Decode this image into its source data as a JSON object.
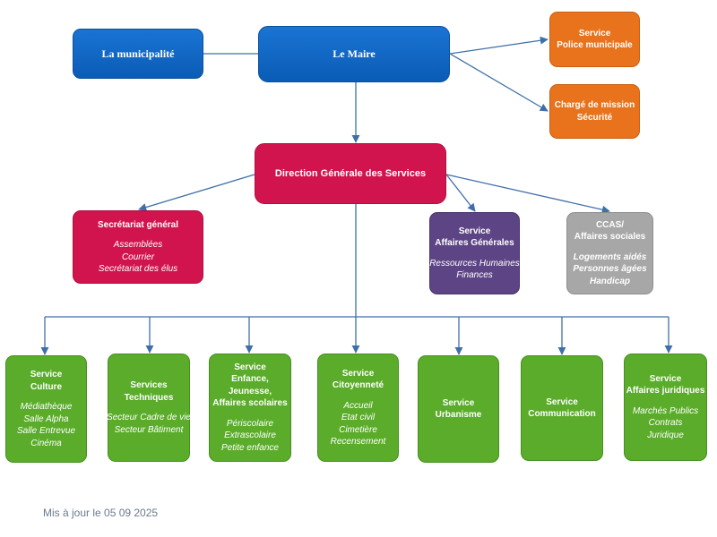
{
  "top": {
    "municipalite": "La municipalité",
    "maire": "Le Maire",
    "police": [
      "Service",
      "Police municipale"
    ],
    "securite": [
      "Chargé de mission",
      "Sécurité"
    ]
  },
  "dgs": "Direction Générale des Services",
  "secretariat": {
    "title": "Secrétariat général",
    "items": [
      "Assemblées",
      "Courrier",
      "Secrétariat des élus"
    ]
  },
  "affaires_generales": {
    "title": [
      "Service",
      "Affaires Générales"
    ],
    "items": [
      "Ressources Humaines",
      "Finances"
    ]
  },
  "ccas": {
    "title": [
      "CCAS/",
      "Affaires sociales"
    ],
    "items": [
      "Logements aidés",
      "Personnes âgées",
      "Handicap"
    ]
  },
  "services": [
    {
      "title": [
        "Service",
        "Culture"
      ],
      "items": [
        "Médiathèque",
        "Salle Alpha",
        "Salle Entrevue",
        "Cinéma"
      ]
    },
    {
      "title": [
        "Services",
        "Techniques"
      ],
      "items": [
        "Secteur Cadre de vie",
        "Secteur Bâtiment"
      ]
    },
    {
      "title": [
        "Service",
        "Enfance,",
        "Jeunesse,",
        "Affaires scolaires"
      ],
      "items": [
        "Périscolaire",
        "Extrascolaire",
        "Petite enfance"
      ]
    },
    {
      "title": [
        "Service",
        "Citoyenneté"
      ],
      "items": [
        "Accueil",
        "Etat civil",
        "Cimetière",
        "Recensement"
      ]
    },
    {
      "title": [
        "Service",
        "Urbanisme"
      ],
      "items": []
    },
    {
      "title": [
        "Service",
        "Communication"
      ],
      "items": []
    },
    {
      "title": [
        "Service",
        "Affaires juridiques"
      ],
      "items": [
        "Marchés Publics",
        "Contrats",
        "Juridique"
      ]
    }
  ],
  "footer": "Mis à jour le 05 09 2025",
  "colors": {
    "blue": "#0a5cb5",
    "orange": "#e8731c",
    "red": "#d1144d",
    "purple": "#5d4484",
    "gray": "#a7a7a7",
    "green": "#5aac2a",
    "connector": "#3f6fa8"
  }
}
